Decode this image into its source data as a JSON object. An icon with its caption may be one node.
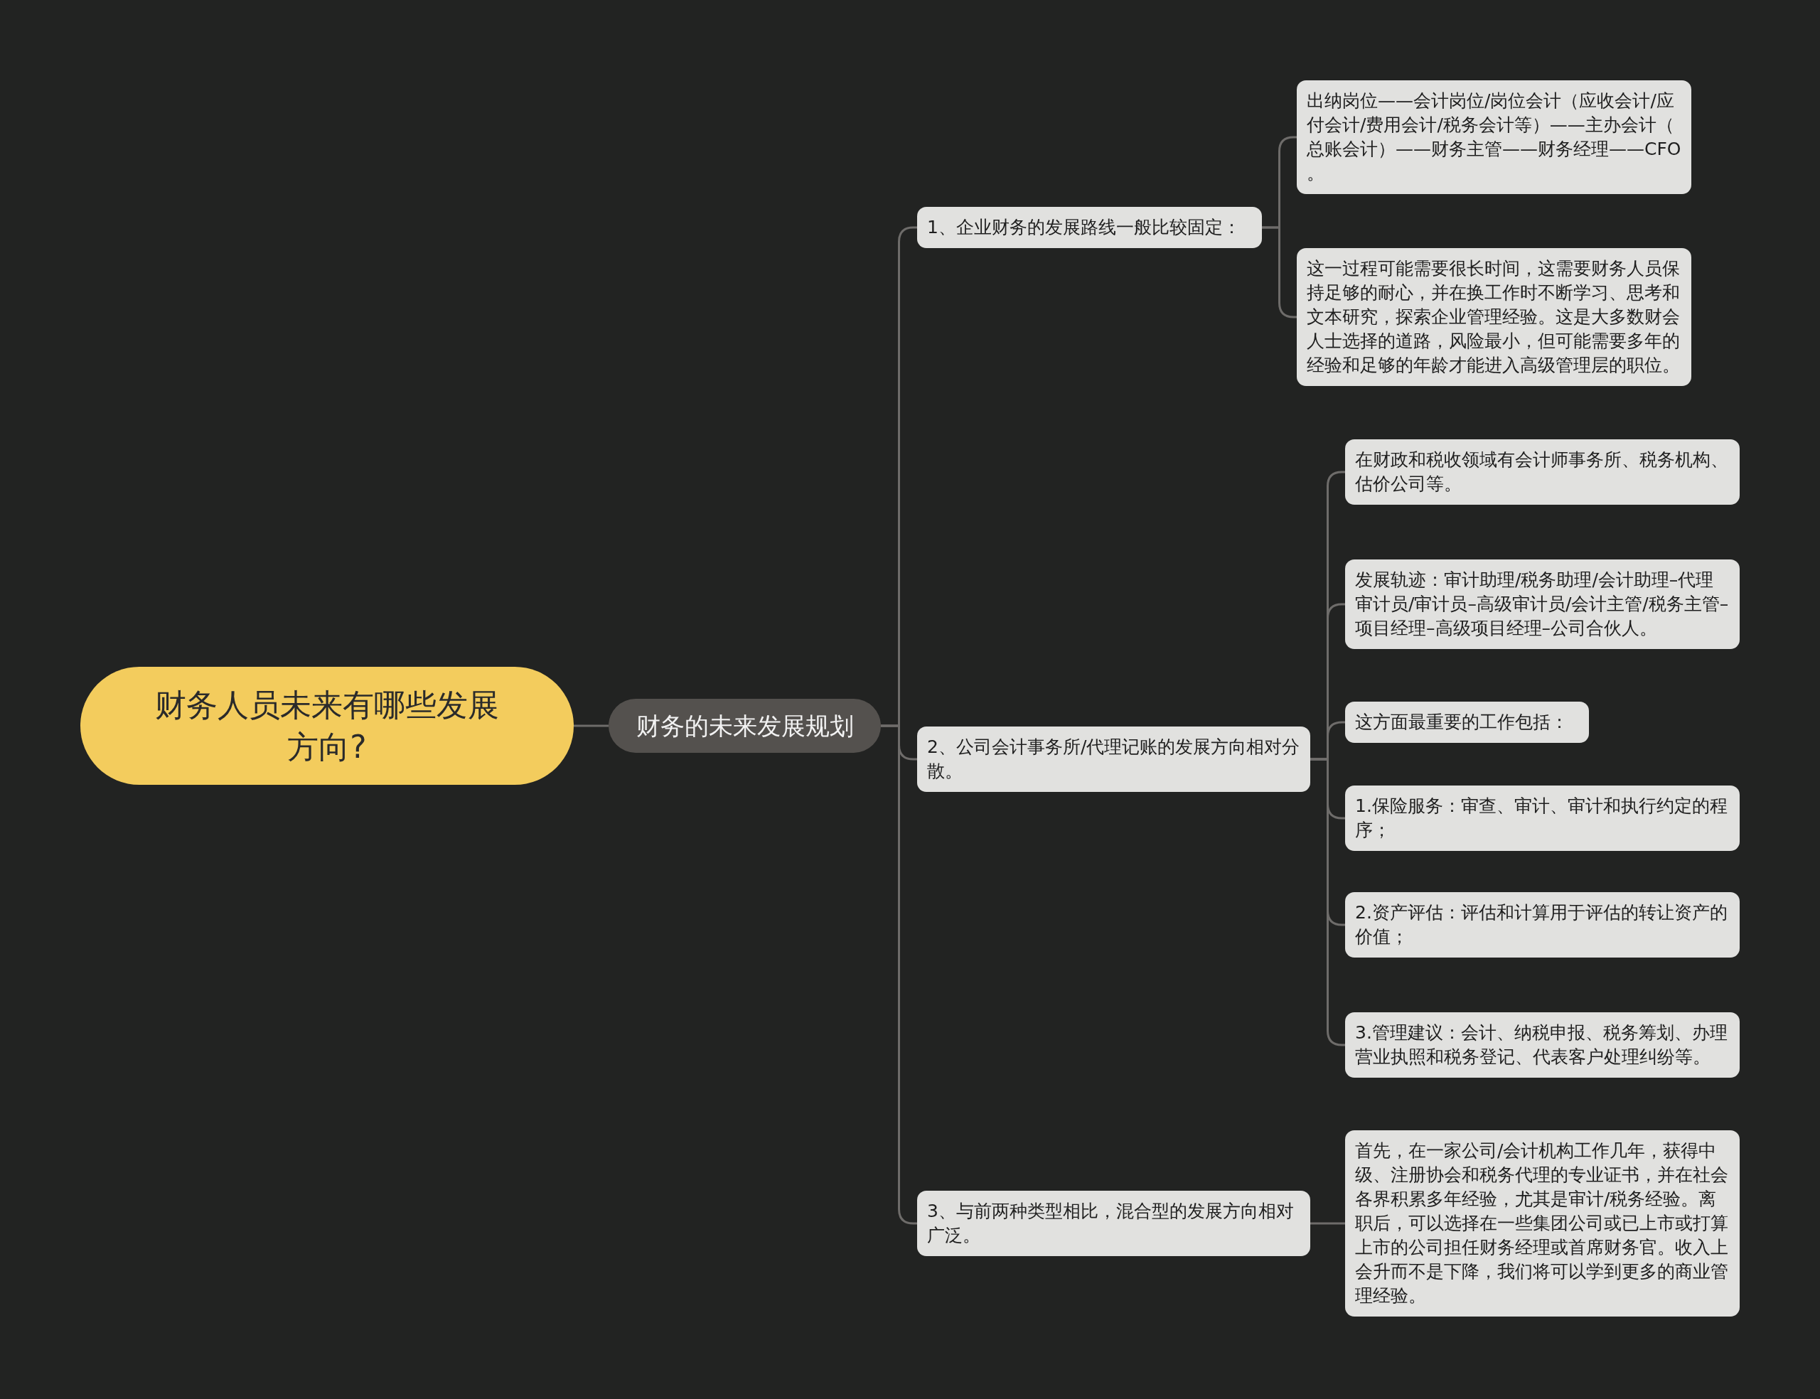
{
  "diagram": {
    "nodes": [
      {
        "text": [
          "财务人员未来有哪些发展方向?"
        ]
      },
      {
        "text": [
          "财务的未来发展规划"
        ]
      },
      {
        "text": [
          "1、企业财务的发展路线一般比较固定："
        ]
      },
      {
        "text": [
          "出纳岗位——会计岗位/岗位会计（应收会计/应付会计/费用会计/税务会计等）——主办会计（总账会计）——财务主管——财务经理——CFO。"
        ]
      },
      {
        "text": [
          "这一过程可能需要很长时间，这需要财务人员保持足够的耐心，并在换工作时不断学习、思考和文本研究，探索企业管理经验。这是大多数财会人士选择的道路，风险最小，但可能需要多年的经验和足够的年龄才能进入高级管理层的职位。"
        ]
      },
      {
        "text": [
          "2、公司会计事务所/代理记账的发展方向相对分散。"
        ]
      },
      {
        "text": [
          "在财政和税收领域有会计师事务所、税务机构、估价公司等。"
        ]
      },
      {
        "text": [
          "发展轨迹：审计助理/税务助理/会计助理–代理审计员/审计员–高级审计员/会计主管/税务主管–项目经理–高级项目经理–公司合伙人。"
        ]
      },
      {
        "text": [
          "这方面最重要的工作包括："
        ]
      },
      {
        "text": [
          "1.保险服务：审查、审计、审计和执行约定的程序；"
        ]
      },
      {
        "text": [
          "2.资产评估：评估和计算用于评估的转让资产的价值；"
        ]
      },
      {
        "text": [
          "3.管理建议：会计、纳税申报、税务筹划、办理营业执照和税务登记、代表客户处理纠纷等。"
        ]
      },
      {
        "text": [
          "3、与前两种类型相比，混合型的发展方向相对广泛。"
        ]
      },
      {
        "text": [
          "首先，在一家公司/会计机构工作几年，获得中级、注册协会和税务代理的专业证书，并在社会各界积累多年经验，尤其是审计/税务经验。离职后，可以选择在一些集团公司或已上市或打算上市的公司担任财务经理或首席财务官。收入上会升而不是下降，我们将可以学到更多的商业管理经验。"
        ]
      }
    ],
    "edges": [
      {
        "from": 0,
        "to": 1,
        "arrow": "none"
      },
      {
        "from": 1,
        "to": 2,
        "arrow": "none"
      },
      {
        "from": 1,
        "to": 5,
        "arrow": "none"
      },
      {
        "from": 1,
        "to": 12,
        "arrow": "none"
      },
      {
        "from": 2,
        "to": 3,
        "arrow": "none"
      },
      {
        "from": 2,
        "to": 4,
        "arrow": "none"
      },
      {
        "from": 5,
        "to": 6,
        "arrow": "none"
      },
      {
        "from": 5,
        "to": 7,
        "arrow": "none"
      },
      {
        "from": 5,
        "to": 8,
        "arrow": "none"
      },
      {
        "from": 5,
        "to": 9,
        "arrow": "none"
      },
      {
        "from": 5,
        "to": 10,
        "arrow": "none"
      },
      {
        "from": 5,
        "to": 11,
        "arrow": "none"
      },
      {
        "from": 12,
        "to": 13,
        "arrow": "none"
      }
    ]
  }
}
